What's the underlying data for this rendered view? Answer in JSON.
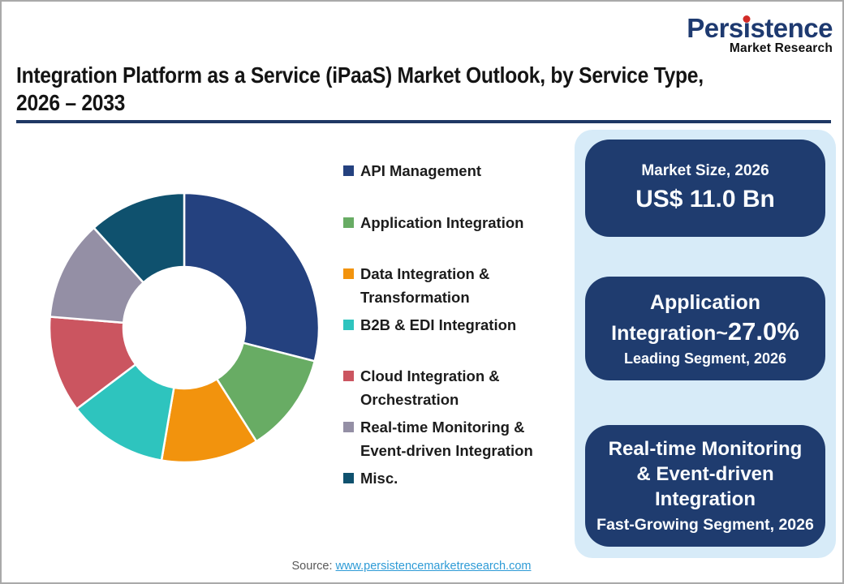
{
  "logo": {
    "brand_pre": "Pers",
    "brand_i": "i",
    "brand_post": "stence",
    "tagline": "Market Research"
  },
  "header": {
    "title_line1": "Integration Platform as a Service (iPaaS) Market Outlook, by Service Type,",
    "title_line2": "2026 – 2033"
  },
  "chart_data": {
    "type": "pie",
    "variant": "donut",
    "title": "Integration Platform as a Service (iPaaS) Market Outlook, by Service Type, 2026 – 2033",
    "legend_position": "right",
    "start_angle_deg": 0,
    "direction": "clockwise",
    "inner_radius_ratio": 0.452,
    "segments": [
      {
        "label": "API Management",
        "value": 29,
        "color": "#24417f"
      },
      {
        "label": "Application Integration",
        "value": 12,
        "color": "#68ac64"
      },
      {
        "label": "Data Integration &\nTransformation",
        "value": 11.7,
        "color": "#f2930d"
      },
      {
        "label": "B2B & EDI Integration",
        "value": 12,
        "color": "#2ec4be"
      },
      {
        "label": "Cloud Integration &\nOrchestration",
        "value": 11.6,
        "color": "#cb5560"
      },
      {
        "label": "Real-time Monitoring &\nEvent-driven Integration",
        "value": 12,
        "color": "#948fa5"
      },
      {
        "label": "Misc.",
        "value": 11.7,
        "color": "#0f516e"
      }
    ]
  },
  "cards": {
    "market_size": {
      "label": "Market Size, 2026",
      "value": "US$ 11.0 Bn"
    },
    "leading": {
      "line1": "Application",
      "line2_prefix": "Integration~",
      "line2_value": "27.0%",
      "sub": "Leading Segment, 2026"
    },
    "fast_growing": {
      "line1": "Real-time Monitoring",
      "line2": "& Event-driven",
      "line3": "Integration",
      "sub": "Fast-Growing Segment, 2026"
    }
  },
  "footer": {
    "source_label": "Source:",
    "source_link": "www.persistencemarketresearch.com"
  },
  "colors": {
    "title_rule": "#1f3864",
    "card_bg": "#1f3c6f",
    "panel_bg": "#d7ebf8",
    "brand_navy": "#1e3a70",
    "brand_dot_red": "#d22b27",
    "link_blue": "#2e9bd6"
  }
}
